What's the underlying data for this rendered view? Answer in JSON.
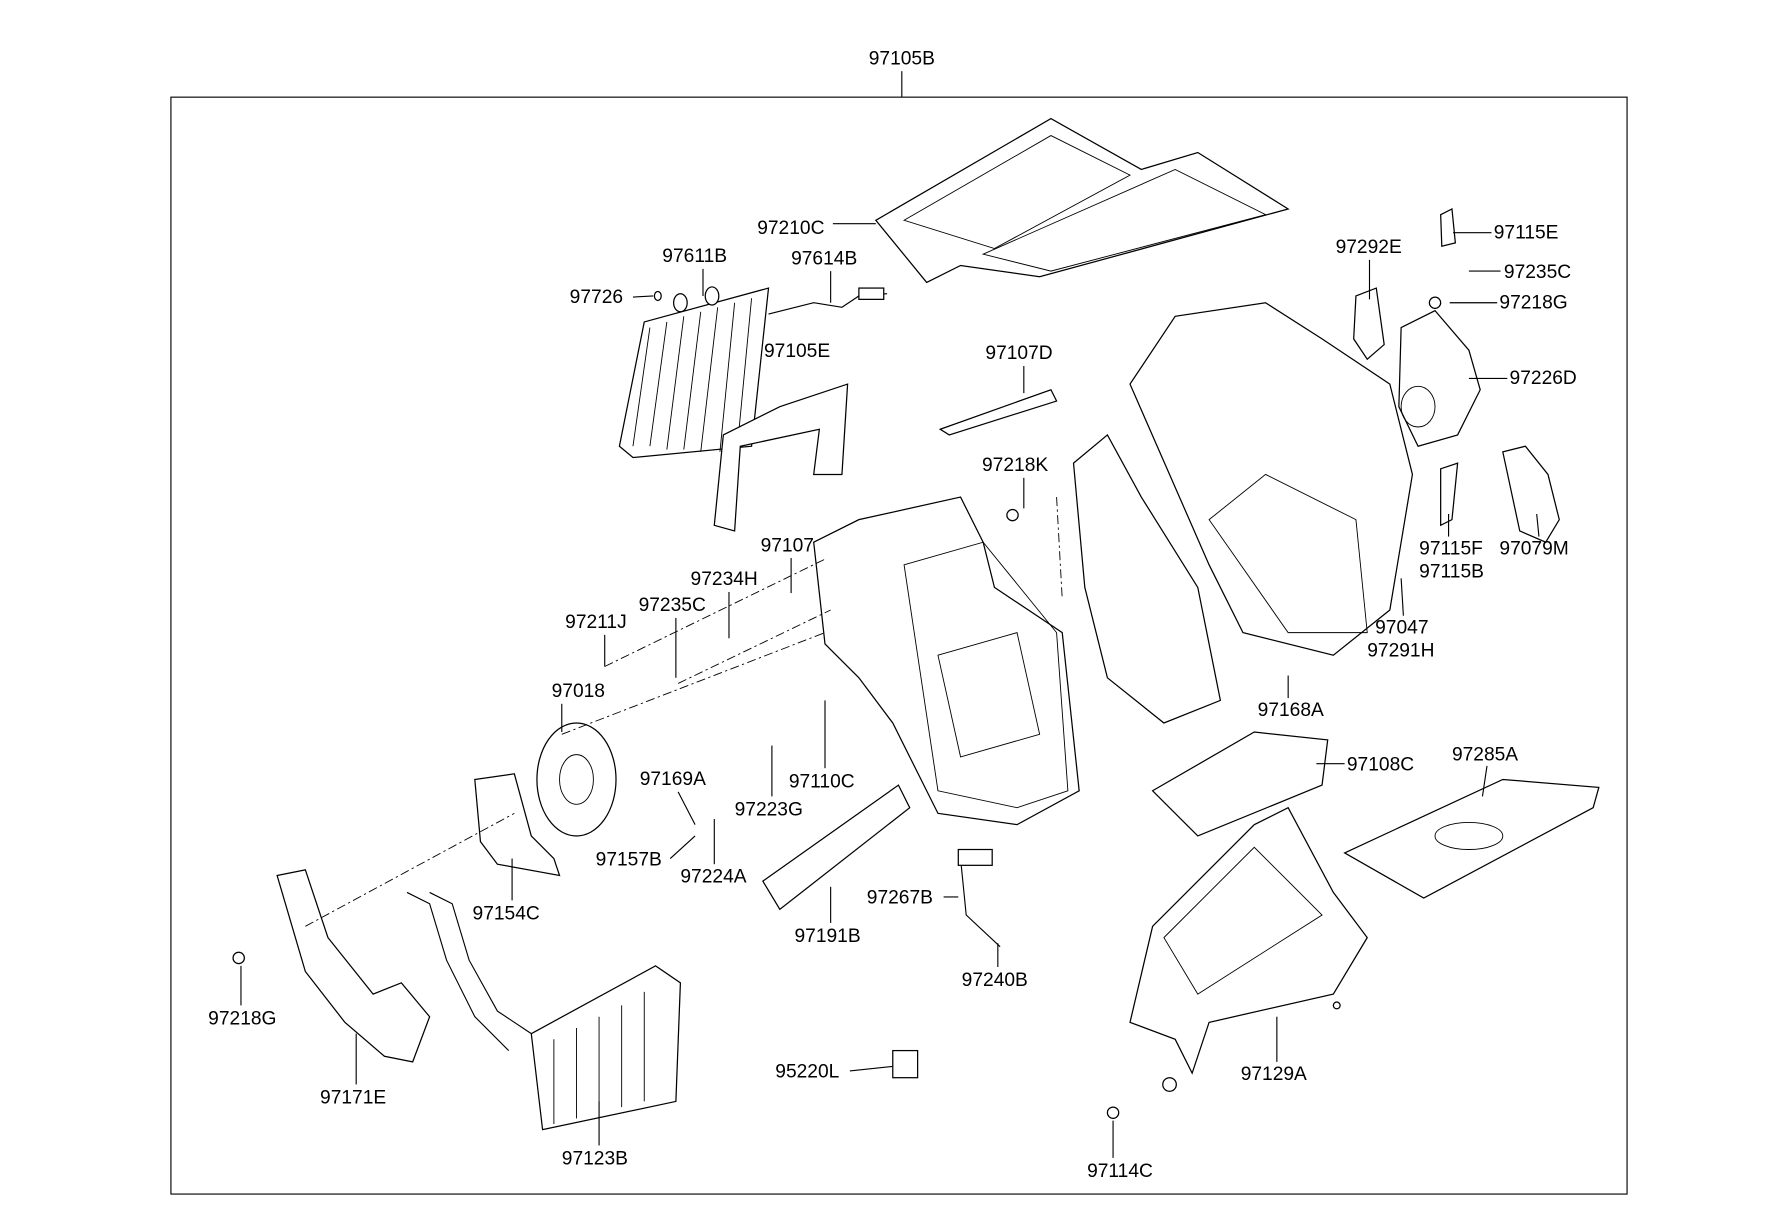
{
  "diagram": {
    "assembly_label": "97105B",
    "parts": {
      "p97210C": "97210C",
      "p97611B": "97611B",
      "p97614B": "97614B",
      "p97726": "97726",
      "p97105E": "97105E",
      "p97107D": "97107D",
      "p97218K": "97218K",
      "p97107": "97107",
      "p97234H": "97234H",
      "p97235C_left": "97235C",
      "p97211J": "97211J",
      "p97018": "97018",
      "p97169A": "97169A",
      "p97157B": "97157B",
      "p97224A": "97224A",
      "p97223G": "97223G",
      "p97110C": "97110C",
      "p97154C": "97154C",
      "p97191B": "97191B",
      "p97267B": "97267B",
      "p97240B": "97240B",
      "p95220L": "95220L",
      "p97218G_left": "97218G",
      "p97171E": "97171E",
      "p97123B": "97123B",
      "p97114C": "97114C",
      "p97129A": "97129A",
      "p97108C": "97108C",
      "p97285A": "97285A",
      "p97168A": "97168A",
      "p97047": "97047",
      "p97291H": "97291H",
      "p97115F": "97115F",
      "p97115B": "97115B",
      "p97079M": "97079M",
      "p97292E": "97292E",
      "p97115E": "97115E",
      "p97235C_right": "97235C",
      "p97218G_right": "97218G",
      "p97226D": "97226D"
    }
  }
}
